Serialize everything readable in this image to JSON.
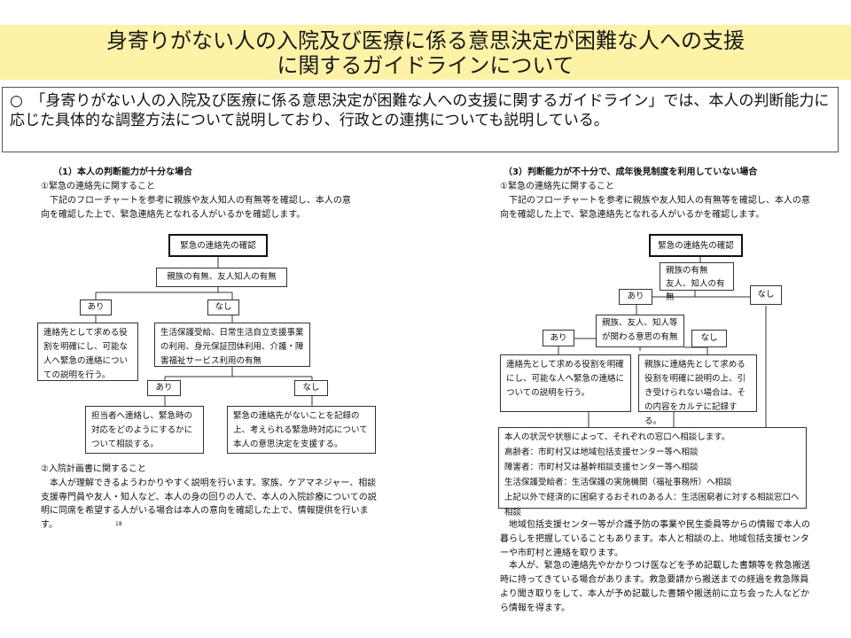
{
  "slide": {
    "title_line1": "身寄りがない人の入院及び医療に係る意思決定が困難な人への支援",
    "title_line2": "に関するガイドラインについて",
    "intro": "○　「身寄りがない人の入院及び医療に係る意思決定が困難な人への支援に関するガイドライン」では、本人の判断能力に応じた具体的な調整方法について説明しており、行政との連携についても説明している。"
  },
  "left": {
    "heading": "（1）本人の判断能力が十分な場合",
    "sub1": "①緊急の連絡先に関すること",
    "para1_line1": "下記のフローチャートを参考に親族や友人知人の有無等を確認し、本人の意",
    "para1_line2": "向を確認した上で、緊急連絡先となれる人がいるかを確認します。",
    "flow": {
      "top": "緊急の連絡先の確認",
      "q1": "親族の有無、友人知人の有無",
      "yes1": "あり",
      "no1": "なし",
      "yes1_result": "連絡先として求める役割を明確にし、可能な人へ緊急の連絡についての説明を行う。",
      "no1_result": "生活保護受給、日常生活自立支援事業の利用、身元保証団体利用、介護・障害福祉サービス利用の有無",
      "yes2": "あり",
      "no2": "なし",
      "yes2_result": "担当者へ連絡し、緊急時の対応をどのようにするかについて相談する。",
      "no2_result": "緊急の連絡先がないことを記録の上、考えられる緊急時対応について本人の意思決定を支援する。"
    },
    "sub2": "②入院計画書に関すること",
    "para2": "本人が理解できるようわかりやすく説明を行います。家族、ケアマネジャー、相談支援専門員や友人・知人など、本人の身の回りの人で、本人の入院診療についての説明に同席を希望する人がいる場合は本人の意向を確認した上で、情報提供を行います。",
    "footnote": "18"
  },
  "right": {
    "heading": "（3）判断能力が不十分で、成年後見制度を利用していない場合",
    "sub1": "①緊急の連絡先に関すること",
    "para1_line1": "下記のフローチャートを参考に親族や友人知人の有無等を確認し、本人の意",
    "para1_line2": "向を確認した上で、緊急連絡先となれる人がいるかを確認します。",
    "flow": {
      "top": "緊急の連絡先の確認",
      "q1_line1": "親族の有無",
      "q1_line2": "友人、知人の有無",
      "yes1": "あり",
      "no1": "なし",
      "q2_line1": "親族、友人、知人等",
      "q2_line2": "が関わる意思の有無",
      "yes2": "あり",
      "no2": "なし",
      "yes2_result": "連絡先として求める役割を明確にし、可能な人へ緊急の連絡についての説明を行う。",
      "no2_result": "親族に連絡先として求める役割を明確に説明の上、引き受けられない場合は、その内容をカルテに記録する。",
      "consult_lines": [
        "本人の状況や状態によって、それぞれの窓口へ相談します。",
        "高齢者：市町村又は地域包括支援センター等へ相談",
        "障害者：市町村又は基幹相談支援センター等へ相談",
        "生活保護受給者：生活保護の実施機関（福祉事務所）へ相談",
        "上記以外で経済的に困窮するおそれのある人：生活困窮者に対する相談窓口へ相談"
      ]
    },
    "para2": "地域包括支援センター等が介護予防の事業や民生委員等からの情報で本人の暮らしを把握していることもあります。本人と相談の上、地域包括支援センターや市町村と連絡を取ります。",
    "para3": "本人が、緊急の連絡先やかかりつけ医などを予め記載した書類等を救急搬送時に持ってきている場合があります。救急要請から搬送までの経過を救急隊員より聞き取りをして、本人が予め記載した書類や搬送前に立ち会った人などから情報を得ます。"
  }
}
